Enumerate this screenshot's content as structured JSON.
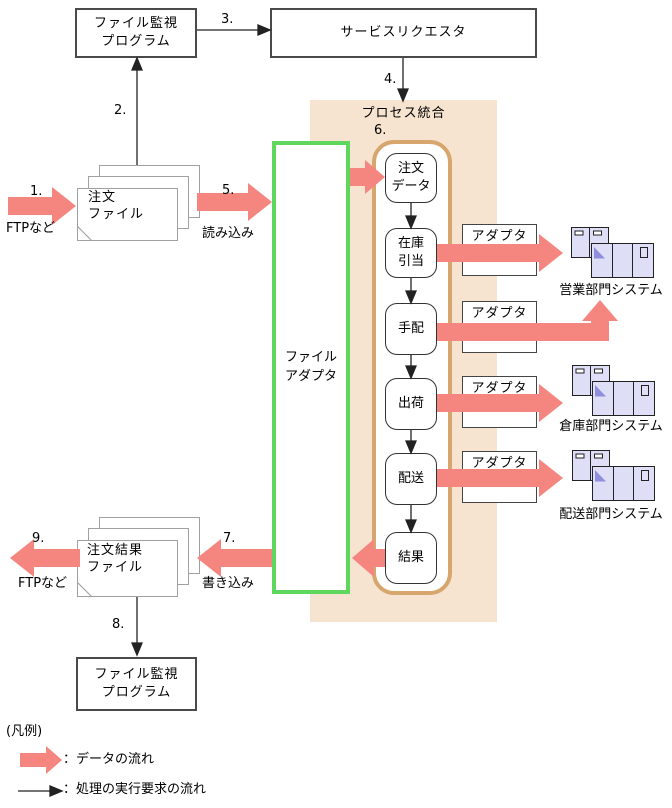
{
  "colors": {
    "data_flow_arrow": "#F5867F",
    "request_flow_arrow": "#222222",
    "file_adapter_border": "#5FD75F",
    "integration_background": "#F6E3D0",
    "integration_border": "#D6A66C",
    "system_icon_fill": "#DEDEF7",
    "system_icon_accent": "#8E8EDC"
  },
  "numbers": {
    "s1": "1.",
    "s2": "2.",
    "s3": "3.",
    "s4": "4.",
    "s5": "5.",
    "s6": "6.",
    "s7": "7.",
    "s8": "8.",
    "s9": "9."
  },
  "monitor_top": {
    "line1": "ファイル監視",
    "line2": "プログラム"
  },
  "service_requester": {
    "label": "サービスリクエスタ"
  },
  "input_file": {
    "line1": "注文",
    "line2": "ファイル",
    "via": "FTPなど",
    "action": "読み込み"
  },
  "output_file": {
    "line1": "注文結果",
    "line2": "ファイル",
    "via": "FTPなど",
    "action": "書き込み"
  },
  "file_adapter": {
    "line1": "ファイル",
    "line2": "アダプタ"
  },
  "integration": {
    "title": "プロセス統合",
    "steps": [
      {
        "line1": "注文",
        "line2": "データ"
      },
      {
        "line1": "在庫",
        "line2": "引当"
      },
      {
        "line1": "手配",
        "line2": ""
      },
      {
        "line1": "出荷",
        "line2": ""
      },
      {
        "line1": "配送",
        "line2": ""
      },
      {
        "line1": "結果",
        "line2": ""
      }
    ]
  },
  "adapter_label": "アダプタ",
  "systems": [
    {
      "label": "営業部門システム"
    },
    {
      "label": "倉庫部門システム"
    },
    {
      "label": "配送部門システム"
    }
  ],
  "monitor_bottom": {
    "line1": "ファイル監視",
    "line2": "プログラム"
  },
  "legend": {
    "title": "(凡例)",
    "data_flow": "：データの流れ",
    "request_flow": "：処理の実行要求の流れ"
  }
}
